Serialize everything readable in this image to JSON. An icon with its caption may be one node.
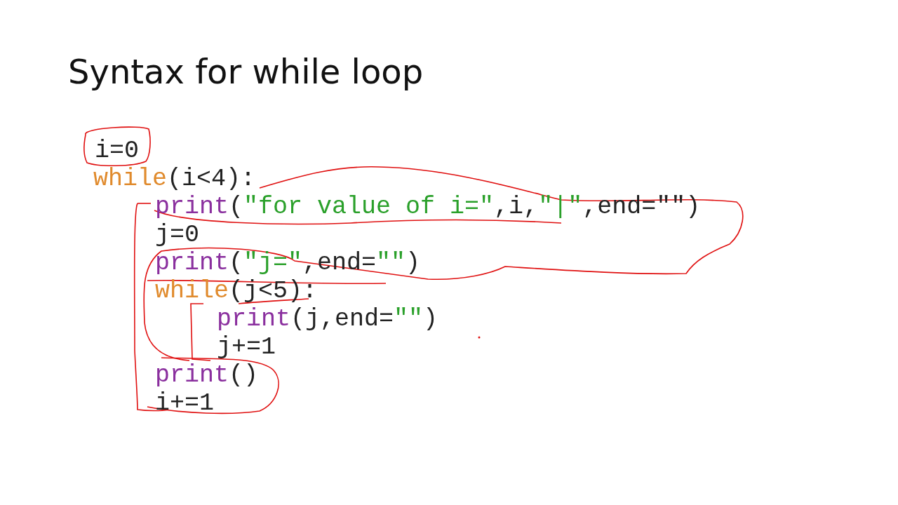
{
  "diagram": {
    "title": "Syntax for while loop",
    "labels": [
      "i=0",
      "while(i<4):",
      "print(\"for value of i=\",i,\"|\",end=\"\")",
      "j=0",
      "print(\"j=\",end=\"\")",
      "while(j<5):",
      "print(j,end=\"\")",
      "j+=1",
      "print()",
      "i+=1"
    ]
  }
}
